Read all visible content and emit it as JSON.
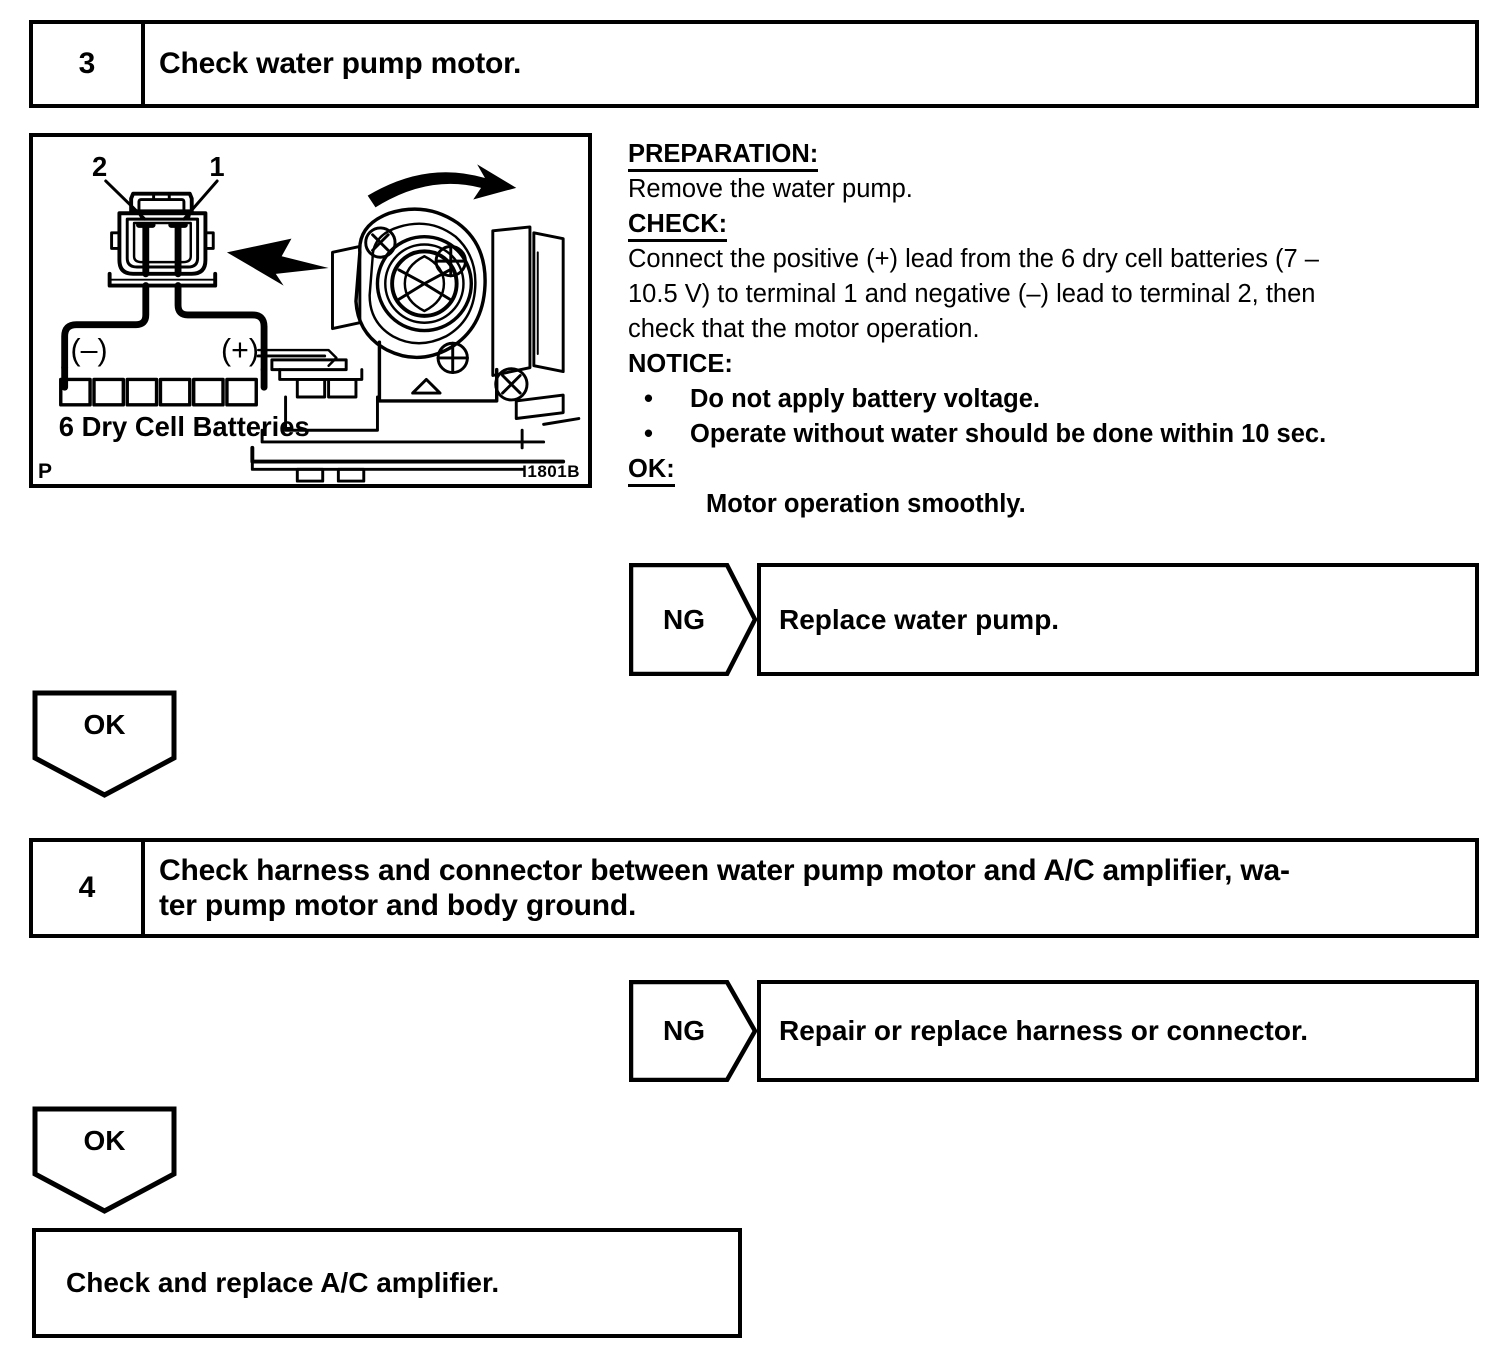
{
  "document": {
    "type": "service-manual-troubleshooting-flowchart"
  },
  "step3": {
    "number": "3",
    "title": "Check water pump motor.",
    "illustration": {
      "code": "I1801B",
      "page_mark": "P",
      "callout_terminal_1": "1",
      "callout_terminal_2": "2",
      "battery_negative": "(–)",
      "battery_positive": "(+)",
      "battery_caption": "6 Dry Cell Batteries",
      "cell_count": 6
    },
    "procedure": {
      "preparation_label": "PREPARATION:",
      "preparation_text": "Remove the water pump.",
      "check_label": "CHECK:",
      "check_text_line1": "Connect the positive (+) lead from the 6 dry cell batteries (7 –",
      "check_text_line2": "10.5 V) to terminal 1 and negative (–) lead to terminal 2, then",
      "check_text_line3": "check that the motor operation.",
      "notice_label": "NOTICE:",
      "notice_bullet_symbol": "•",
      "notice_items": [
        "Do not apply battery voltage.",
        "Operate without water should be done within 10 sec."
      ],
      "ok_label": "OK:",
      "ok_text": "Motor operation smoothly."
    },
    "ng_branch": {
      "tag": "NG",
      "action": "Replace water pump."
    },
    "ok_branch": {
      "tag": "OK"
    }
  },
  "step4": {
    "number": "4",
    "title_line1": "Check harness and connector between water pump motor and A/C amplifier, wa-",
    "title_line2": "ter pump motor and body ground.",
    "ng_branch": {
      "tag": "NG",
      "action": "Repair or replace harness or connector."
    },
    "ok_branch": {
      "tag": "OK"
    }
  },
  "result": {
    "text": "Check and replace A/C amplifier."
  },
  "colors": {
    "ink": "#000000",
    "paper": "#ffffff"
  }
}
